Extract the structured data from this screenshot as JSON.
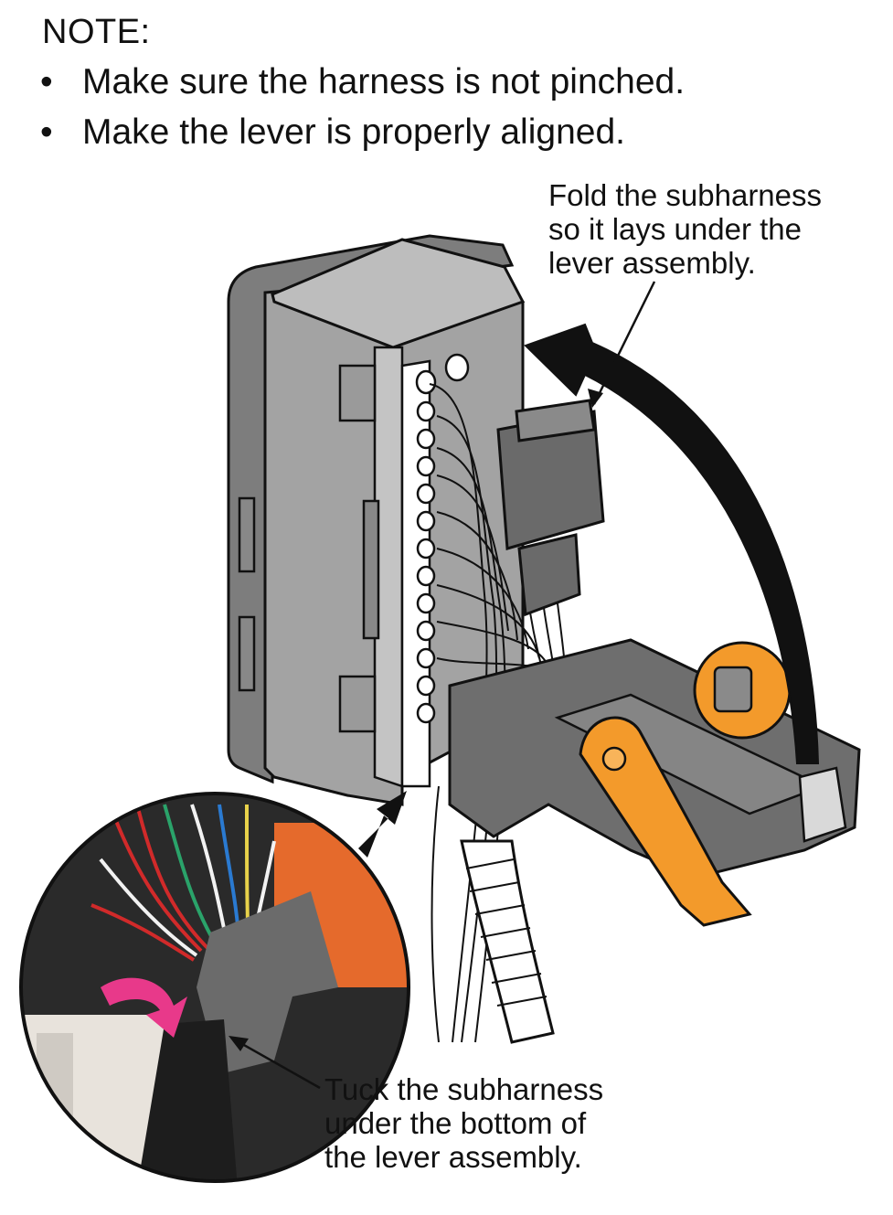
{
  "note": {
    "title": "NOTE:",
    "bullets": [
      "Make sure the harness is not pinched.",
      "Make the lever is properly aligned."
    ],
    "bullet_glyph": "•"
  },
  "callouts": {
    "fold": [
      "Fold the subharness",
      "so it lays under the",
      "lever assembly."
    ],
    "tuck": [
      "Tuck the subharness",
      "under the bottom of",
      "the lever assembly."
    ]
  },
  "colors": {
    "connector_gray": "#a3a3a3",
    "cover_gray": "#6e6e6e",
    "lever_orange": "#f39a2b",
    "arrow_black": "#111111",
    "photo_arrow_pink": "#e8398a",
    "harness_white": "#ffffff"
  }
}
